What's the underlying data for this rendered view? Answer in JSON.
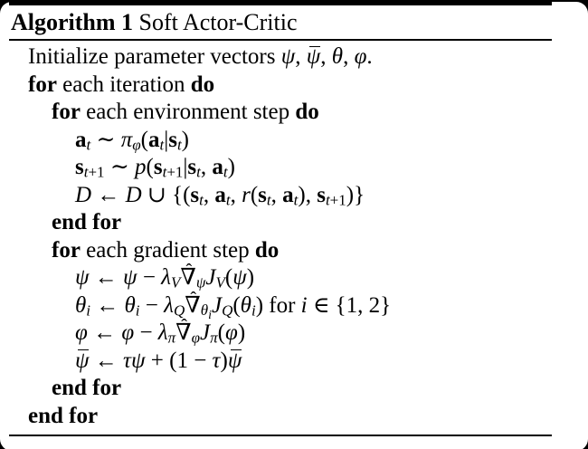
{
  "colors": {
    "background": "#ffffff",
    "text": "#000000",
    "rule": "#000000",
    "corner_backdrop": "#000000"
  },
  "algorithm": {
    "label": "Algorithm 1",
    "title": "Soft Actor-Critic",
    "lines": [
      {
        "indent": 0,
        "tokens": [
          {
            "t": "Initialize parameter vectors ",
            "k": "rm"
          },
          {
            "t": "ψ",
            "k": "it"
          },
          {
            "t": ", ",
            "k": "rm"
          },
          {
            "k": "bar",
            "c": [
              {
                "t": "ψ",
                "k": "it"
              }
            ]
          },
          {
            "t": ", ",
            "k": "rm"
          },
          {
            "t": "θ",
            "k": "it"
          },
          {
            "t": ", ",
            "k": "rm"
          },
          {
            "t": "φ",
            "k": "it"
          },
          {
            "t": ".",
            "k": "rm"
          }
        ]
      },
      {
        "indent": 0,
        "tokens": [
          {
            "t": "for",
            "k": "kw"
          },
          {
            "t": " each iteration ",
            "k": "rm"
          },
          {
            "t": "do",
            "k": "kw"
          }
        ]
      },
      {
        "indent": 1,
        "tokens": [
          {
            "t": "for",
            "k": "kw"
          },
          {
            "t": " each environment step ",
            "k": "rm"
          },
          {
            "t": "do",
            "k": "kw"
          }
        ]
      },
      {
        "indent": 2,
        "tokens": [
          {
            "t": "a",
            "k": "bf"
          },
          {
            "k": "sub",
            "c": [
              {
                "t": "t",
                "k": "it"
              }
            ]
          },
          {
            "t": " ∼ ",
            "k": "rm"
          },
          {
            "t": "π",
            "k": "it"
          },
          {
            "k": "sub",
            "c": [
              {
                "t": "φ",
                "k": "it"
              }
            ]
          },
          {
            "t": "(",
            "k": "rm"
          },
          {
            "t": "a",
            "k": "bf"
          },
          {
            "k": "sub",
            "c": [
              {
                "t": "t",
                "k": "it"
              }
            ]
          },
          {
            "t": "|",
            "k": "rm"
          },
          {
            "t": "s",
            "k": "bf"
          },
          {
            "k": "sub",
            "c": [
              {
                "t": "t",
                "k": "it"
              }
            ]
          },
          {
            "t": ")",
            "k": "rm"
          }
        ]
      },
      {
        "indent": 2,
        "tokens": [
          {
            "t": "s",
            "k": "bf"
          },
          {
            "k": "sub",
            "c": [
              {
                "t": "t",
                "k": "it"
              },
              {
                "t": "+1",
                "k": "rm"
              }
            ]
          },
          {
            "t": " ∼ ",
            "k": "rm"
          },
          {
            "t": "p",
            "k": "it"
          },
          {
            "t": "(",
            "k": "rm"
          },
          {
            "t": "s",
            "k": "bf"
          },
          {
            "k": "sub",
            "c": [
              {
                "t": "t",
                "k": "it"
              },
              {
                "t": "+1",
                "k": "rm"
              }
            ]
          },
          {
            "t": "|",
            "k": "rm"
          },
          {
            "t": "s",
            "k": "bf"
          },
          {
            "k": "sub",
            "c": [
              {
                "t": "t",
                "k": "it"
              }
            ]
          },
          {
            "t": ", ",
            "k": "rm"
          },
          {
            "t": "a",
            "k": "bf"
          },
          {
            "k": "sub",
            "c": [
              {
                "t": "t",
                "k": "it"
              }
            ]
          },
          {
            "t": ")",
            "k": "rm"
          }
        ]
      },
      {
        "indent": 2,
        "tokens": [
          {
            "t": "D",
            "k": "it"
          },
          {
            "t": " ← ",
            "k": "rm"
          },
          {
            "t": "D",
            "k": "it"
          },
          {
            "t": " ∪ {(",
            "k": "rm"
          },
          {
            "t": "s",
            "k": "bf"
          },
          {
            "k": "sub",
            "c": [
              {
                "t": "t",
                "k": "it"
              }
            ]
          },
          {
            "t": ", ",
            "k": "rm"
          },
          {
            "t": "a",
            "k": "bf"
          },
          {
            "k": "sub",
            "c": [
              {
                "t": "t",
                "k": "it"
              }
            ]
          },
          {
            "t": ", ",
            "k": "rm"
          },
          {
            "t": "r",
            "k": "it"
          },
          {
            "t": "(",
            "k": "rm"
          },
          {
            "t": "s",
            "k": "bf"
          },
          {
            "k": "sub",
            "c": [
              {
                "t": "t",
                "k": "it"
              }
            ]
          },
          {
            "t": ", ",
            "k": "rm"
          },
          {
            "t": "a",
            "k": "bf"
          },
          {
            "k": "sub",
            "c": [
              {
                "t": "t",
                "k": "it"
              }
            ]
          },
          {
            "t": "), ",
            "k": "rm"
          },
          {
            "t": "s",
            "k": "bf"
          },
          {
            "k": "sub",
            "c": [
              {
                "t": "t",
                "k": "it"
              },
              {
                "t": "+1",
                "k": "rm"
              }
            ]
          },
          {
            "t": ")}",
            "k": "rm"
          }
        ]
      },
      {
        "indent": 1,
        "tokens": [
          {
            "t": "end for",
            "k": "kw"
          }
        ]
      },
      {
        "indent": 1,
        "tokens": [
          {
            "t": "for",
            "k": "kw"
          },
          {
            "t": " each gradient step ",
            "k": "rm"
          },
          {
            "t": "do",
            "k": "kw"
          }
        ]
      },
      {
        "indent": 2,
        "tokens": [
          {
            "t": "ψ",
            "k": "it"
          },
          {
            "t": " ← ",
            "k": "rm"
          },
          {
            "t": "ψ",
            "k": "it"
          },
          {
            "t": " − ",
            "k": "rm"
          },
          {
            "t": "λ",
            "k": "it"
          },
          {
            "k": "sub",
            "c": [
              {
                "t": "V",
                "k": "it"
              }
            ]
          },
          {
            "t": "∇",
            "k": "hat"
          },
          {
            "k": "sub",
            "c": [
              {
                "t": "ψ",
                "k": "it"
              }
            ]
          },
          {
            "t": "J",
            "k": "it"
          },
          {
            "k": "sub",
            "c": [
              {
                "t": "V",
                "k": "it"
              }
            ]
          },
          {
            "t": "(",
            "k": "rm"
          },
          {
            "t": "ψ",
            "k": "it"
          },
          {
            "t": ")",
            "k": "rm"
          }
        ]
      },
      {
        "indent": 2,
        "tokens": [
          {
            "t": "θ",
            "k": "it"
          },
          {
            "k": "sub",
            "c": [
              {
                "t": "i",
                "k": "it"
              }
            ]
          },
          {
            "t": " ← ",
            "k": "rm"
          },
          {
            "t": "θ",
            "k": "it"
          },
          {
            "k": "sub",
            "c": [
              {
                "t": "i",
                "k": "it"
              }
            ]
          },
          {
            "t": " − ",
            "k": "rm"
          },
          {
            "t": "λ",
            "k": "it"
          },
          {
            "k": "sub",
            "c": [
              {
                "t": "Q",
                "k": "it"
              }
            ]
          },
          {
            "t": "∇",
            "k": "hat"
          },
          {
            "k": "sub",
            "c": [
              {
                "t": "θ",
                "k": "it"
              },
              {
                "k": "sub",
                "c": [
                  {
                    "t": "i",
                    "k": "it"
                  }
                ]
              }
            ]
          },
          {
            "t": "J",
            "k": "it"
          },
          {
            "k": "sub",
            "c": [
              {
                "t": "Q",
                "k": "it"
              }
            ]
          },
          {
            "t": "(",
            "k": "rm"
          },
          {
            "t": "θ",
            "k": "it"
          },
          {
            "k": "sub",
            "c": [
              {
                "t": "i",
                "k": "it"
              }
            ]
          },
          {
            "t": ") for ",
            "k": "rm"
          },
          {
            "t": "i",
            "k": "it"
          },
          {
            "t": " ∈ {1, 2}",
            "k": "rm"
          }
        ]
      },
      {
        "indent": 2,
        "tokens": [
          {
            "t": "φ",
            "k": "it"
          },
          {
            "t": " ← ",
            "k": "rm"
          },
          {
            "t": "φ",
            "k": "it"
          },
          {
            "t": " − ",
            "k": "rm"
          },
          {
            "t": "λ",
            "k": "it"
          },
          {
            "k": "sub",
            "c": [
              {
                "t": "π",
                "k": "it"
              }
            ]
          },
          {
            "t": "∇",
            "k": "hat"
          },
          {
            "k": "sub",
            "c": [
              {
                "t": "φ",
                "k": "it"
              }
            ]
          },
          {
            "t": "J",
            "k": "it"
          },
          {
            "k": "sub",
            "c": [
              {
                "t": "π",
                "k": "it"
              }
            ]
          },
          {
            "t": "(",
            "k": "rm"
          },
          {
            "t": "φ",
            "k": "it"
          },
          {
            "t": ")",
            "k": "rm"
          }
        ]
      },
      {
        "indent": 2,
        "tokens": [
          {
            "k": "bar",
            "c": [
              {
                "t": "ψ",
                "k": "it"
              }
            ]
          },
          {
            "t": " ← ",
            "k": "rm"
          },
          {
            "t": "τ",
            "k": "it"
          },
          {
            "t": "ψ",
            "k": "it"
          },
          {
            "t": " + (1 − ",
            "k": "rm"
          },
          {
            "t": "τ",
            "k": "it"
          },
          {
            "t": ")",
            "k": "rm"
          },
          {
            "k": "bar",
            "c": [
              {
                "t": "ψ",
                "k": "it"
              }
            ]
          }
        ]
      },
      {
        "indent": 1,
        "tokens": [
          {
            "t": "end for",
            "k": "kw"
          }
        ]
      },
      {
        "indent": 0,
        "tokens": [
          {
            "t": "end for",
            "k": "kw"
          }
        ]
      }
    ]
  }
}
